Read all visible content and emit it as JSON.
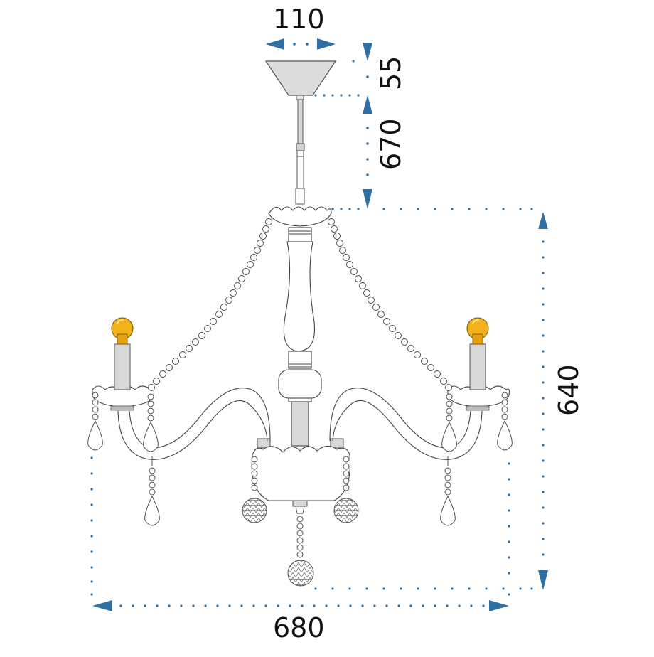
{
  "diagram": {
    "title": "Chandelier dimension drawing",
    "units": "mm",
    "colors": {
      "dimension": "#2f6fa3",
      "outline": "#333333",
      "fill_grey": "#d9d9d9",
      "bulb": "#f2b21c",
      "background": "#ffffff"
    },
    "dimensions": {
      "canopy_width": {
        "label": "110",
        "orientation": "horizontal"
      },
      "canopy_height": {
        "label": "55",
        "orientation": "vertical"
      },
      "rod_length": {
        "label": "670",
        "orientation": "vertical"
      },
      "body_height": {
        "label": "640",
        "orientation": "vertical"
      },
      "total_width": {
        "label": "680",
        "orientation": "horizontal"
      }
    },
    "components": [
      {
        "name": "ceiling-canopy"
      },
      {
        "name": "suspension-rod"
      },
      {
        "name": "crown-cup"
      },
      {
        "name": "central-column"
      },
      {
        "name": "left-arm"
      },
      {
        "name": "right-arm"
      },
      {
        "name": "left-candle-bulb"
      },
      {
        "name": "right-candle-bulb"
      },
      {
        "name": "bead-chain-left"
      },
      {
        "name": "bead-chain-right"
      },
      {
        "name": "central-bowl"
      },
      {
        "name": "crystal-ball-drops"
      },
      {
        "name": "teardrop-crystals"
      }
    ],
    "light_count": 2
  }
}
